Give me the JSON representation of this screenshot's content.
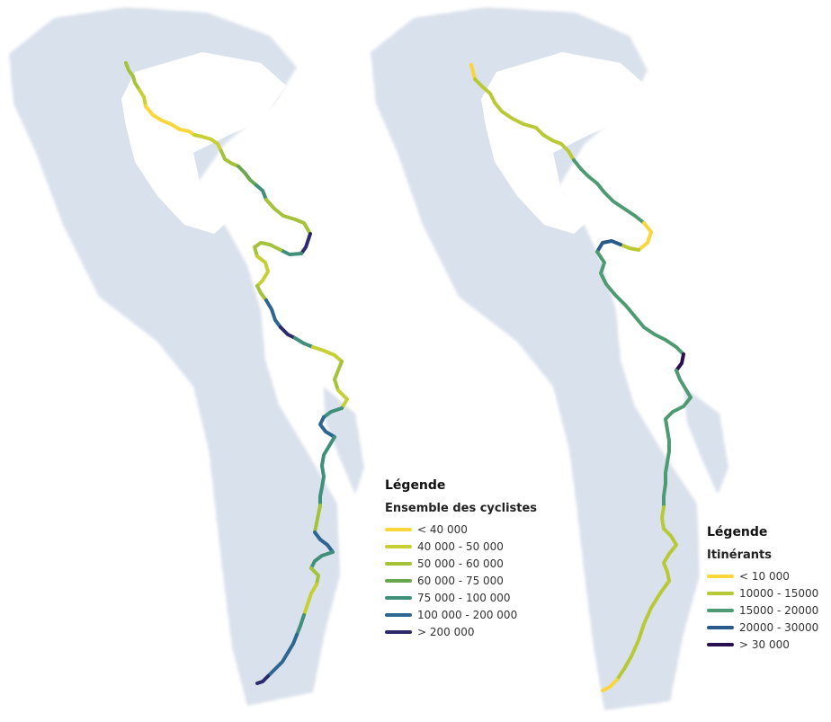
{
  "maps": [
    {
      "legend": {
        "title": "Légende",
        "subtitle": "Ensemble des cyclistes",
        "classes": [
          {
            "label": "< 40 000",
            "color": "#f9d63c"
          },
          {
            "label": "40 000 - 50 000",
            "color": "#c6cf34"
          },
          {
            "label": "50 000 - 60 000",
            "color": "#a4c23a"
          },
          {
            "label": "60 000 - 75 000",
            "color": "#6aa84f"
          },
          {
            "label": "75 000 - 100 000",
            "color": "#3f8f7a"
          },
          {
            "label": "100 000 - 200 000",
            "color": "#2c6691"
          },
          {
            "label": "> 200 000",
            "color": "#2c2a6a"
          }
        ]
      }
    },
    {
      "legend": {
        "title": "Légende",
        "subtitle": "Itinérants",
        "classes": [
          {
            "label": "< 10 000",
            "color": "#f9d63c"
          },
          {
            "label": "10000 - 15000",
            "color": "#b8c935"
          },
          {
            "label": "15000 - 20000",
            "color": "#4e9a72"
          },
          {
            "label": "20000 - 30000",
            "color": "#2a5a8a"
          },
          {
            "label": "> 30 000",
            "color": "#2a1050"
          }
        ]
      }
    }
  ],
  "colors": {
    "land": "#b4c3d9",
    "background": "#ffffff"
  }
}
